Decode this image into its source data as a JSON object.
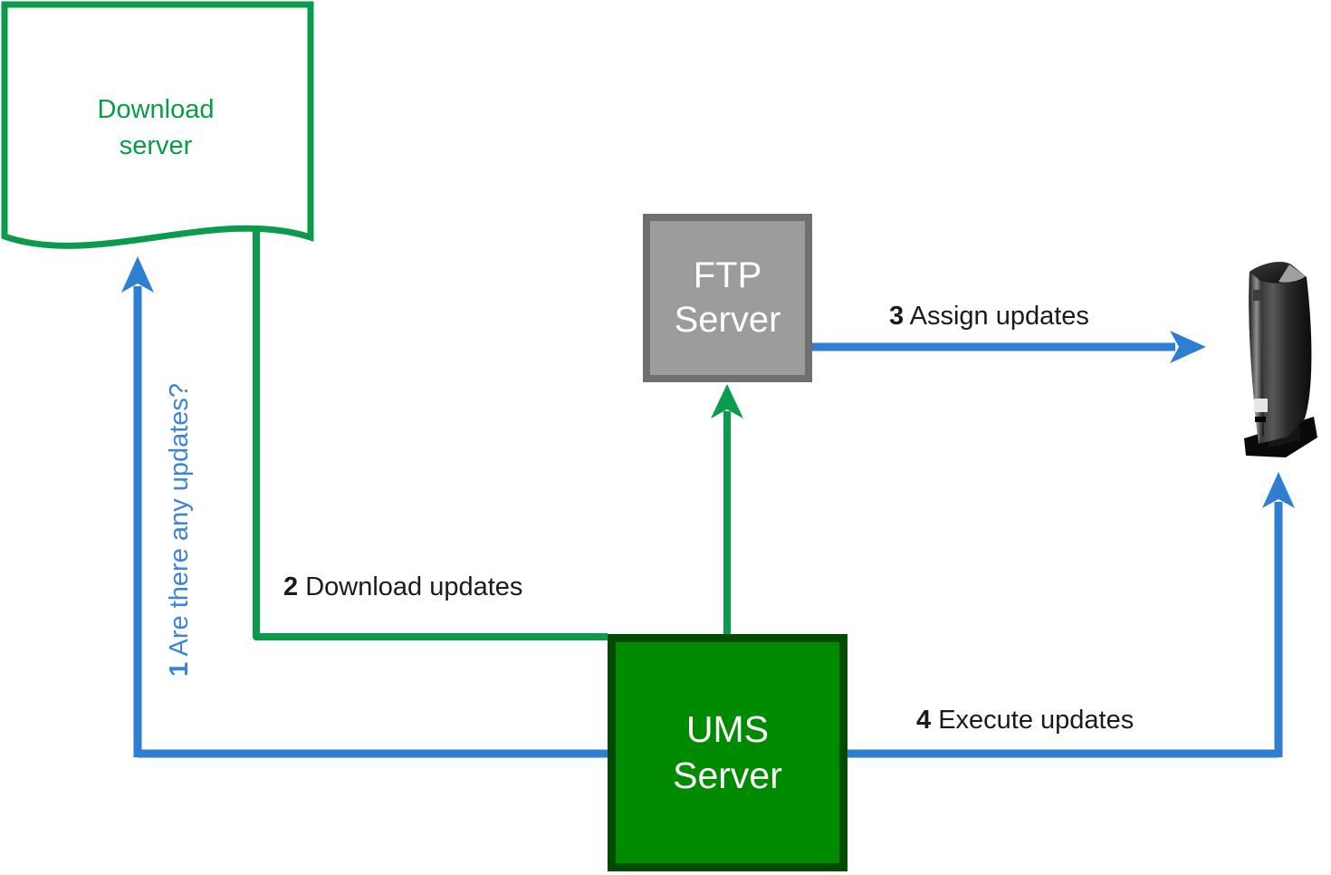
{
  "nodes": {
    "download_server": {
      "lines": [
        "Download",
        "server"
      ]
    },
    "ftp_server": {
      "lines": [
        "FTP",
        "Server"
      ]
    },
    "ums_server": {
      "lines": [
        "UMS",
        "Server"
      ]
    },
    "thin_client": {
      "icon": "thin-client-device-icon"
    }
  },
  "steps": [
    {
      "num": "1",
      "label": "Are there any updates?"
    },
    {
      "num": "2",
      "label": "Download updates"
    },
    {
      "num": "3",
      "label": "Assign updates"
    },
    {
      "num": "4",
      "label": "Execute updates"
    }
  ],
  "colors": {
    "green_line": "#0A9C4C",
    "green_text": "#0A9B49",
    "ums_fill": "#008A00",
    "ums_border": "#004B00",
    "ftp_fill": "#9C9C9B",
    "ftp_border": "#706F6E",
    "blue_line": "#2E7FD2",
    "blue_text": "#3C84DB",
    "label_text": "#1A1A1A"
  }
}
